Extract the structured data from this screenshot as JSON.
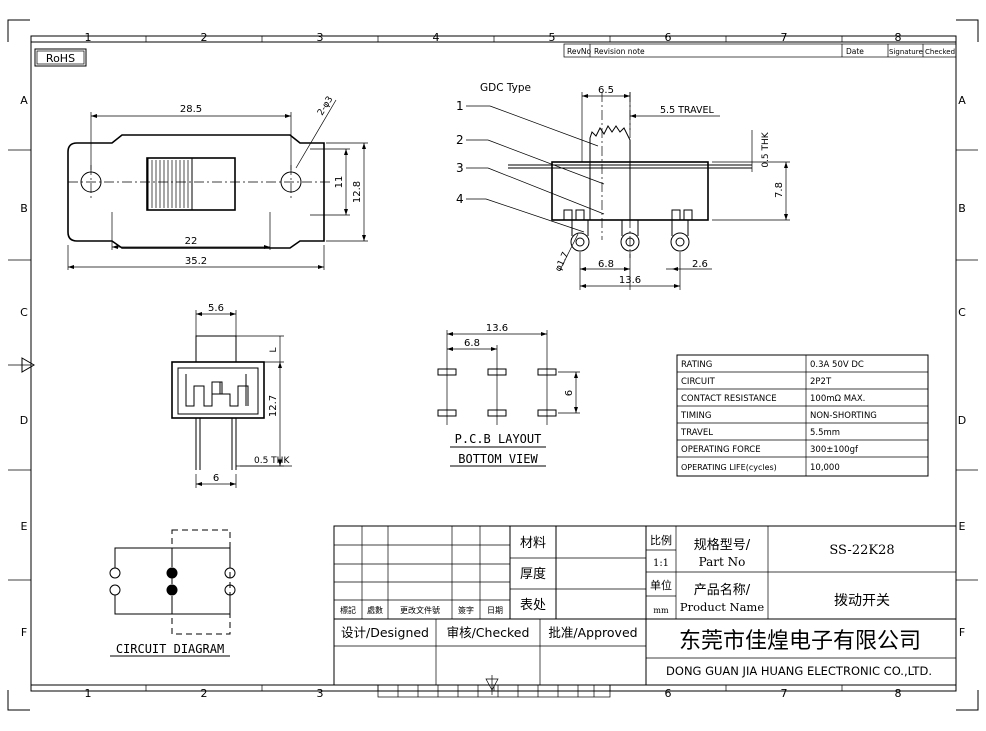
{
  "border": {
    "columns": [
      "1",
      "2",
      "3",
      "4",
      "5",
      "6",
      "7",
      "8"
    ],
    "rows": [
      "A",
      "B",
      "C",
      "D",
      "E",
      "F"
    ]
  },
  "revision_header": {
    "rev_no": "RevNo",
    "revision_note": "Revision note",
    "date": "Date",
    "signature": "Signature",
    "checked": "Checked"
  },
  "rohs": "RoHS",
  "top_view": {
    "dim_overall": "35.2",
    "dim_holes": "28.5",
    "dim_hole_dia": "2-φ3",
    "dim_inner": "22",
    "dim_h1": "11",
    "dim_h2": "12.8"
  },
  "side_view": {
    "type_label": "GDC Type",
    "callouts": [
      "1",
      "2",
      "3",
      "4"
    ],
    "dim_actuator": "6.5",
    "dim_travel": "5.5 TRAVEL",
    "dim_thk": "0.5 THK",
    "dim_height": "7.8",
    "dim_pin_dia": "φ1.7",
    "dim_pitch": "6.8",
    "dim_span": "13.6",
    "dim_pin": "2.6"
  },
  "end_view": {
    "dim_width": "5.6",
    "dim_top": "L",
    "dim_height": "12.7",
    "dim_thk": "0.5 THK",
    "dim_base": "6"
  },
  "pcb_layout": {
    "dim_span": "13.6",
    "dim_pitch": "6.8",
    "dim_row": "6",
    "title": "P.C.B LAYOUT",
    "subtitle": "BOTTOM VIEW"
  },
  "circuit": {
    "title": "CIRCUIT DIAGRAM"
  },
  "spec_table": {
    "rows": [
      {
        "label": "RATING",
        "value": "0.3A 50V DC"
      },
      {
        "label": "CIRCUIT",
        "value": "2P2T"
      },
      {
        "label": "CONTACT RESISTANCE",
        "value": "100mΩ MAX."
      },
      {
        "label": "TIMING",
        "value": "NON-SHORTING"
      },
      {
        "label": "TRAVEL",
        "value": "5.5mm"
      },
      {
        "label": "OPERATING FORCE",
        "value": "300±100gf"
      },
      {
        "label": "OPERATING LIFE(cycles)",
        "value": "10,000"
      }
    ]
  },
  "title_block": {
    "rev_cols": [
      "標記",
      "處數",
      "更改文件號",
      "簽字",
      "日期"
    ],
    "material": "材料",
    "thickness": "厚度",
    "finish": "表处",
    "scale_label": "比例",
    "scale_value": "1:1",
    "unit_label": "单位",
    "unit_value": "mm",
    "part_no_label_cn": "规格型号/",
    "part_no_label_en": "Part No",
    "part_no": "SS-22K28",
    "product_label_cn": "产品名称/",
    "product_label_en": "Product Name",
    "product_name": "拨动开关",
    "designed": "设计/Designed",
    "checked": "审核/Checked",
    "approved": "批准/Approved",
    "company_cn": "东莞市佳煌电子有限公司",
    "company_en": "DONG GUAN JIA HUANG  ELECTRONIC CO.,LTD."
  }
}
